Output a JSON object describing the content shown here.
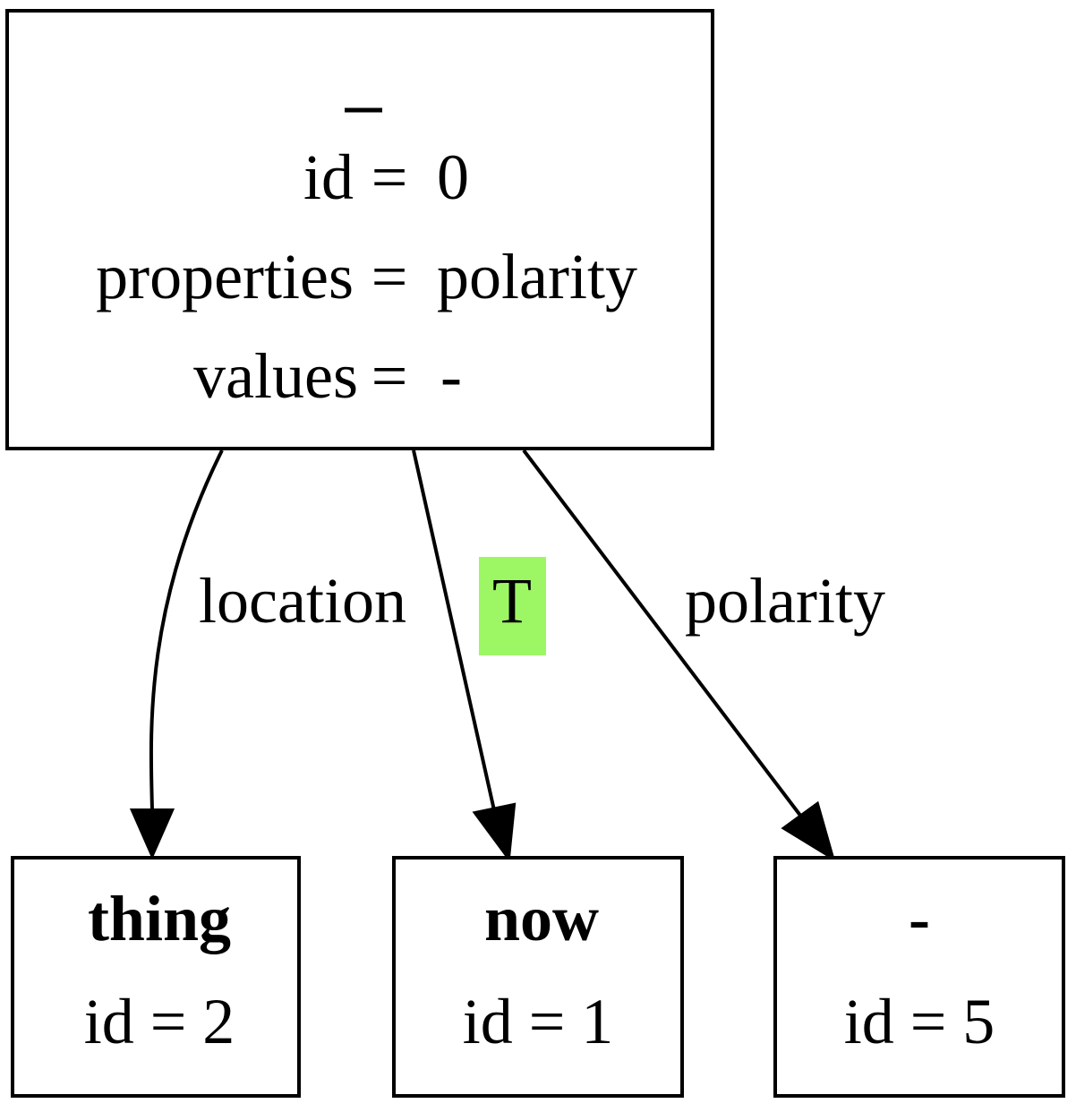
{
  "colors": {
    "highlight": "#9df765",
    "stroke": "#000000",
    "background": "#ffffff"
  },
  "root": {
    "title": "_",
    "rows": [
      {
        "key": "id",
        "eq": "=",
        "value": "0"
      },
      {
        "key": "properties",
        "eq": "=",
        "value": "polarity"
      },
      {
        "key": "values",
        "eq": "=",
        "value": "-"
      }
    ]
  },
  "nodes": {
    "thing": {
      "title": "thing",
      "id_text": "id = 2"
    },
    "now": {
      "title": "now",
      "id_text": "id = 1"
    },
    "dash": {
      "title": "-",
      "id_text": "id = 5"
    }
  },
  "edges": {
    "location": {
      "label": "location"
    },
    "t": {
      "label": "T"
    },
    "polarity": {
      "label": "polarity"
    }
  }
}
